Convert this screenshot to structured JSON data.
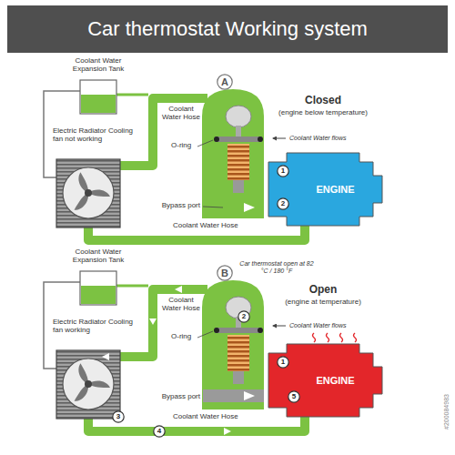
{
  "diagram": {
    "title": "Car thermostat Working system",
    "nodes": [
      {
        "text": [
          "A"
        ]
      },
      {
        "text": [
          "ENGINE"
        ]
      },
      {
        "text": [
          "1"
        ],
        "in": 1
      },
      {
        "text": [
          "2"
        ],
        "in": 1
      },
      {
        "text": [
          "B"
        ]
      },
      {
        "text": [
          "2"
        ]
      },
      {
        "text": [
          "ENGINE"
        ]
      },
      {
        "text": [
          "1"
        ],
        "in": 6
      },
      {
        "text": [
          "5"
        ],
        "in": 6
      },
      {
        "text": [
          "3"
        ]
      },
      {
        "text": [
          "4"
        ]
      }
    ],
    "labels": [
      "Coolant Water Expansion Tank",
      "Coolant Water Hose",
      "Closed",
      "(engine below temperature)",
      "Electric Radiator Cooling fan not working",
      "O-ring",
      "Coolant Water flows",
      "Bypass port",
      "Coolant Water Hose",
      "Coolant Water Expansion Tank",
      "Car thermostat open at 82 °C / 180 °F",
      "Coolant Water Hose",
      "Open",
      "(engine at temperature)",
      "Electric Radiator Cooling fan working",
      "O-ring",
      "Coolant Water flows",
      "Bypass port",
      "Coolant Water Hose",
      "#200084983"
    ]
  }
}
